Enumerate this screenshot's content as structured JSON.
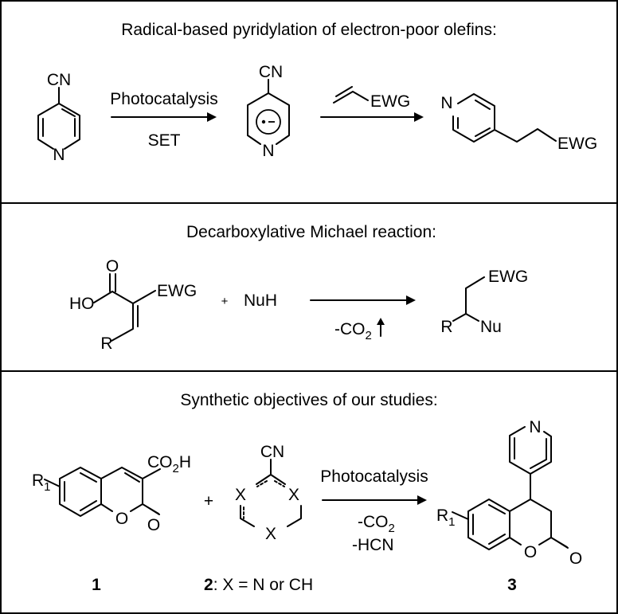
{
  "panels": [
    {
      "title": "Radical-based pyridylation of electron-poor olefins:",
      "cn_label_1": "CN",
      "n_label_1": "N",
      "arrow1_above": "Photocatalysis",
      "arrow1_below": "SET",
      "cn_label_2": "CN",
      "n_label_2": "N",
      "olefin_ewg": "EWG",
      "n_label_3": "N",
      "product_ewg": "EWG"
    },
    {
      "title": "Decarboxylative Michael reaction:",
      "acid_o": "O",
      "acid_ho": "HO",
      "acid_ewg": "EWG",
      "acid_r": "R",
      "plus": "+",
      "nucleophile": "NuH",
      "arrow_below": "-CO",
      "arrow_below_sub": "2",
      "product_ewg": "EWG",
      "product_r": "R",
      "product_nu": "Nu"
    },
    {
      "title": "Synthetic objectives of our studies:",
      "sm1_r": "R",
      "sm1_r_sub": "1",
      "sm1_co2h": "CO",
      "sm1_co2h_sub": "2",
      "sm1_co2h_end": "H",
      "sm1_o_ring": "O",
      "sm1_o_carbonyl": "O",
      "plus": "+",
      "sm2_cn": "CN",
      "sm2_x_left": "X",
      "sm2_x_right": "X",
      "sm2_x_bottom": "X",
      "arrow_above": "Photocatalysis",
      "arrow_below_1": "-CO",
      "arrow_below_1_sub": "2",
      "arrow_below_2": "-HCN",
      "prod_n": "N",
      "prod_r": "R",
      "prod_r_sub": "1",
      "prod_o_ring": "O",
      "prod_o_carbonyl": "O",
      "label_1": "1",
      "label_2": "2",
      "label_2_rest": ": X = N or CH",
      "label_3": "3"
    }
  ]
}
